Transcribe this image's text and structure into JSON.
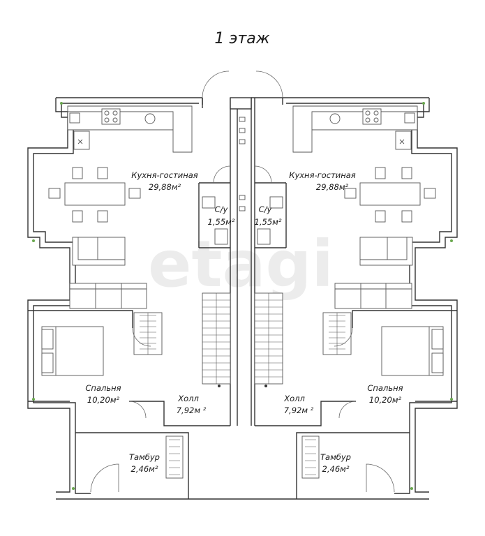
{
  "plan": {
    "title": "1 этаж",
    "watermark": "etagi"
  },
  "rooms": {
    "left": {
      "kitchen_name": "Кухня-гостиная",
      "kitchen_area": "29,88м²",
      "bath_name": "С/у",
      "bath_area": "1,55м²",
      "bedroom_name": "Спальня",
      "bedroom_area": "10,20м²",
      "hall_name": "Холл",
      "hall_area": "7,92м ²",
      "vestibule_name": "Тамбур",
      "vestibule_area": "2,46м²"
    },
    "right": {
      "kitchen_name": "Кухня-гостиная",
      "kitchen_area": "29,88м²",
      "bath_name": "С/у",
      "bath_area": "1,55м²",
      "bedroom_name": "Спальня",
      "bedroom_area": "10,20м²",
      "hall_name": "Холл",
      "hall_area": "7,92м ²",
      "vestibule_name": "Тамбур",
      "vestibule_area": "2,46м²"
    }
  },
  "colors": {
    "walls": "#333333",
    "furniture": "#555555",
    "window_marks": "#6aa84f",
    "watermark": "#ececec"
  }
}
